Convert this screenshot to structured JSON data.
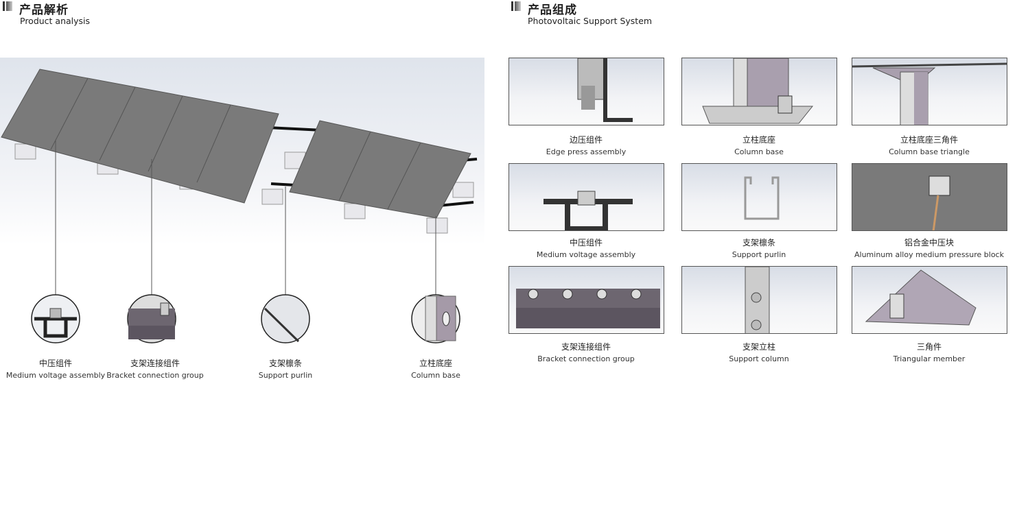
{
  "left": {
    "title_zh": "产品解析",
    "title_en": "Product analysis",
    "callouts": [
      {
        "zh": "中压组件",
        "en": "Medium voltage assembly"
      },
      {
        "zh": "支架连接组件",
        "en": "Bracket connection group"
      },
      {
        "zh": "支架檩条",
        "en": "Support purlin"
      },
      {
        "zh": "立柱底座",
        "en": "Column base"
      }
    ]
  },
  "right": {
    "title_zh": "产品组成",
    "title_en": "Photovoltaic Support System",
    "components": [
      {
        "zh": "边压组件",
        "en": "Edge press assembly"
      },
      {
        "zh": "立柱底座",
        "en": "Column base"
      },
      {
        "zh": "立柱底座三角件",
        "en": "Column base triangle"
      },
      {
        "zh": "中压组件",
        "en": "Medium voltage assembly"
      },
      {
        "zh": "支架檩条",
        "en": "Support purlin"
      },
      {
        "zh": "铝合金中压块",
        "en": "Aluminum alloy medium pressure block"
      },
      {
        "zh": "支架连接组件",
        "en": "Bracket connection group"
      },
      {
        "zh": "支架立柱",
        "en": "Support column"
      },
      {
        "zh": "三角件",
        "en": "Triangular member"
      }
    ]
  }
}
